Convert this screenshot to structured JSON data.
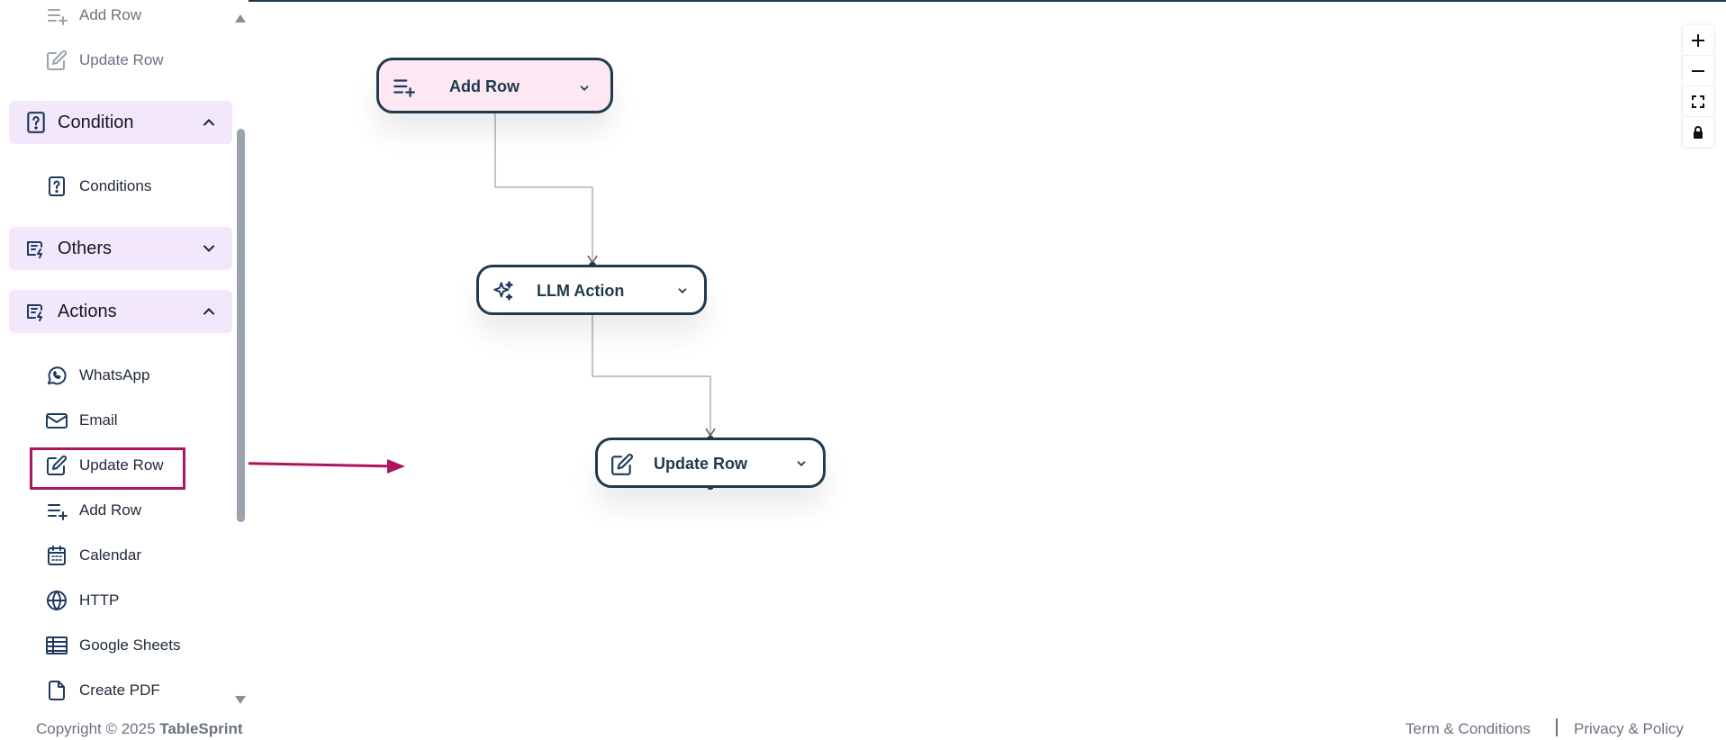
{
  "sidebar": {
    "top_items": [
      {
        "label": "Add Row",
        "icon": "list-plus-icon"
      },
      {
        "label": "Update Row",
        "icon": "edit-icon"
      }
    ],
    "sections": {
      "condition": {
        "label": "Condition",
        "icon": "question-file-icon",
        "expanded": true,
        "items": [
          {
            "label": "Conditions",
            "icon": "question-file-icon"
          }
        ]
      },
      "others": {
        "label": "Others",
        "icon": "tools-icon",
        "expanded": false
      },
      "actions": {
        "label": "Actions",
        "icon": "tools-icon",
        "expanded": true,
        "items": [
          {
            "label": "WhatsApp",
            "icon": "whatsapp-icon"
          },
          {
            "label": "Email",
            "icon": "mail-icon"
          },
          {
            "label": "Update Row",
            "icon": "edit-icon"
          },
          {
            "label": "Add Row",
            "icon": "list-plus-icon"
          },
          {
            "label": "Calendar",
            "icon": "calendar-icon"
          },
          {
            "label": "HTTP",
            "icon": "globe-icon"
          },
          {
            "label": "Google Sheets",
            "icon": "table-icon"
          },
          {
            "label": "Create PDF",
            "icon": "file-icon"
          }
        ]
      }
    }
  },
  "canvas": {
    "nodes": [
      {
        "label": "Add Row",
        "icon": "list-plus-icon"
      },
      {
        "label": "LLM Action",
        "icon": "sparkles-icon"
      },
      {
        "label": "Update Row",
        "icon": "edit-icon"
      }
    ],
    "annotation_color": "#b0145f"
  },
  "zoom_controls": [
    "zoom-in-icon",
    "zoom-out-icon",
    "fit-view-icon",
    "lock-icon"
  ],
  "footer": {
    "copyright_prefix": "Copyright © 2025",
    "brand": "TableSprint",
    "terms": "Term & Conditions",
    "privacy": "Privacy & Policy"
  },
  "colors": {
    "primary": "#1e3a4c",
    "section_bg": "#f3e8fb",
    "node_pink": "#fce7f3"
  }
}
